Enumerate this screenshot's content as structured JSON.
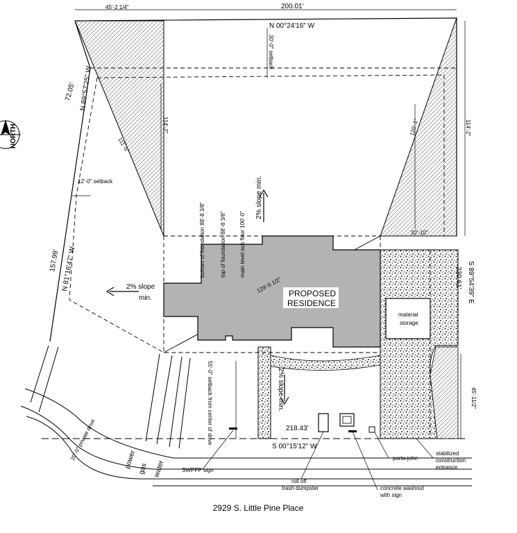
{
  "dims": {
    "top_dim_short": "45'-2 1/4\"",
    "top_dim_long": "200.01'",
    "north_bearing": "N 00°24'16\" W",
    "setback_30": "30'-0\" setback",
    "left_dim_72": "72.05'",
    "bearing_west": "N 89°57'25\" W",
    "dim_111_left": "111'-5\"",
    "dim_114_left": "114'-2\"",
    "dim_120": "120'-1\"",
    "dim_114_right": "114'-2\"",
    "setback_12": "12'-0\" setback",
    "dim_157": "157.99'",
    "bearing_sw": "N 81°16'47\" W",
    "dim_32": "32'-10\"",
    "bearing_east": "S 89°54'39\" E",
    "dim_230": "230.61'",
    "dim_129": "129'-5 1/2\"",
    "dim_45_right": "45'-11/2\"",
    "dim_218": "218.43'",
    "bearing_south": "S 00°15'12\" W",
    "setback_55": "55'-0\" setback from center of drive",
    "dim_20": "20'-0\" private drive"
  },
  "labels": {
    "north": "NORTH",
    "residence_line1": "PROPOSED",
    "residence_line2": "RESIDENCE",
    "material_storage_1": "material",
    "material_storage_2": "storage",
    "slope_left_1": "2% slope",
    "slope_left_2": "min.",
    "slope_top": "2% slope min.",
    "slope_drive": "2% slope min.",
    "bottom_foundation": "bottom of foundation 88'-8 3/8\"",
    "top_foundation": "top of foundation 88'-8 3/8\"",
    "main_level": "main level sub floor 100'-0\"",
    "power": "power",
    "gas": "gas",
    "water": "water",
    "swppp": "SWPPP sign",
    "dumpster_1": "roll off",
    "dumpster_2": "trash dumpster",
    "washout_1": "concrete washout",
    "washout_2": "with sign",
    "porta_john": "porta-john",
    "stab_1": "stabilized",
    "stab_2": "construction",
    "stab_3": "entrance"
  },
  "title": "2929 S. Little Pine Place"
}
